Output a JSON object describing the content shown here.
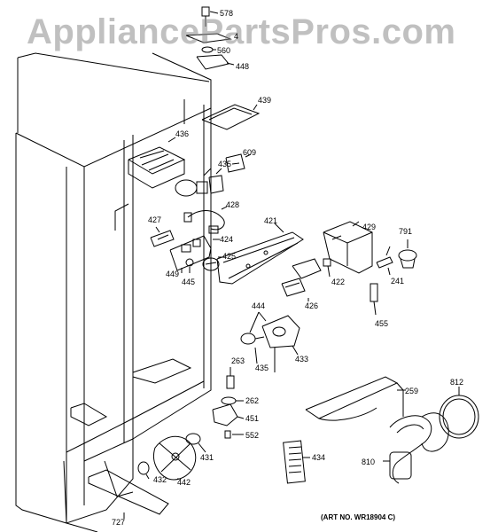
{
  "watermark": "AppliancePartsPros.com",
  "art_number": "(ART NO. WR18904 C)",
  "colors": {
    "line": "#000000",
    "watermark": "#8c8c8c"
  },
  "callouts": [
    {
      "id": "578",
      "label": "578"
    },
    {
      "id": "4",
      "label": "4"
    },
    {
      "id": "560",
      "label": "560"
    },
    {
      "id": "448",
      "label": "448"
    },
    {
      "id": "439",
      "label": "439"
    },
    {
      "id": "436",
      "label": "436"
    },
    {
      "id": "609",
      "label": "609"
    },
    {
      "id": "435a",
      "label": "435"
    },
    {
      "id": "428",
      "label": "428"
    },
    {
      "id": "427",
      "label": "427"
    },
    {
      "id": "421",
      "label": "421"
    },
    {
      "id": "429",
      "label": "429"
    },
    {
      "id": "791",
      "label": "791"
    },
    {
      "id": "424",
      "label": "424"
    },
    {
      "id": "425",
      "label": "425"
    },
    {
      "id": "449",
      "label": "449"
    },
    {
      "id": "445",
      "label": "445"
    },
    {
      "id": "422",
      "label": "422"
    },
    {
      "id": "241",
      "label": "241"
    },
    {
      "id": "426",
      "label": "426"
    },
    {
      "id": "455",
      "label": "455"
    },
    {
      "id": "444",
      "label": "444"
    },
    {
      "id": "435b",
      "label": "435"
    },
    {
      "id": "433",
      "label": "433"
    },
    {
      "id": "263",
      "label": "263"
    },
    {
      "id": "262",
      "label": "262"
    },
    {
      "id": "259",
      "label": "259"
    },
    {
      "id": "812",
      "label": "812"
    },
    {
      "id": "451",
      "label": "451"
    },
    {
      "id": "552",
      "label": "552"
    },
    {
      "id": "431",
      "label": "431"
    },
    {
      "id": "434",
      "label": "434"
    },
    {
      "id": "810",
      "label": "810"
    },
    {
      "id": "432",
      "label": "432"
    },
    {
      "id": "442",
      "label": "442"
    },
    {
      "id": "727",
      "label": "727"
    }
  ]
}
